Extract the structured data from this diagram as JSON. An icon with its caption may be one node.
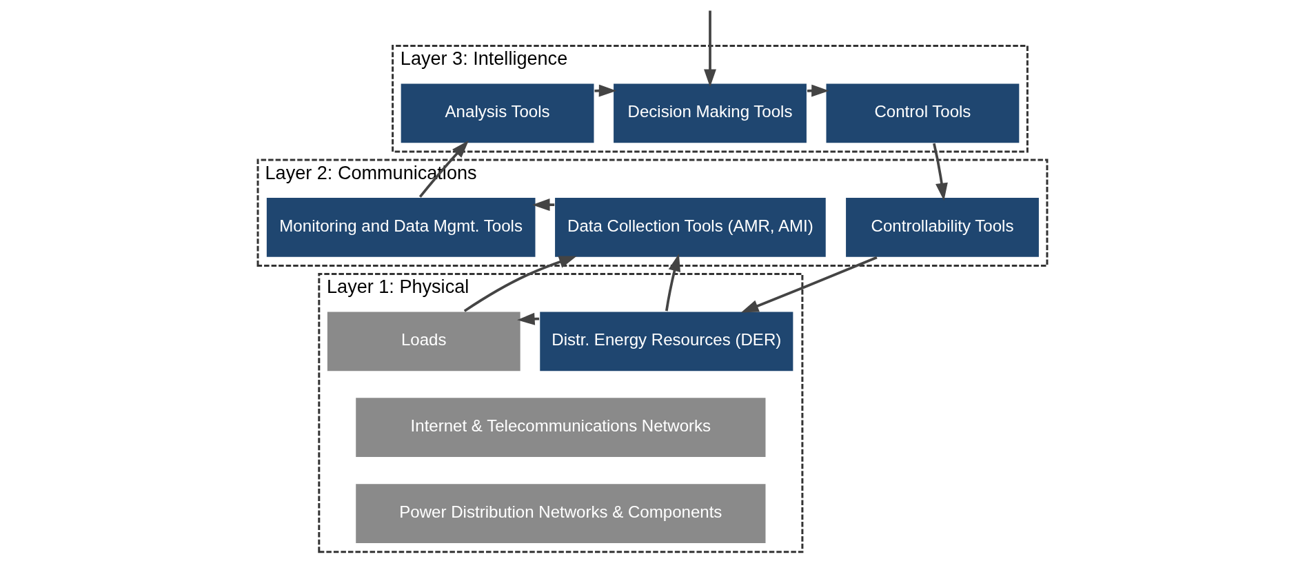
{
  "diagram": {
    "nodes": [
      {
        "text": [
          "Layer 3: Intelligence"
        ]
      },
      {
        "text": [
          "Analysis Tools"
        ],
        "in": 0
      },
      {
        "text": [
          "Decision Making Tools"
        ],
        "in": 0
      },
      {
        "text": [
          "Control Tools"
        ],
        "in": 0
      },
      {
        "text": [
          "Layer 2: Communications"
        ]
      },
      {
        "text": [
          "Monitoring and Data Mgmt. Tools"
        ],
        "in": 4
      },
      {
        "text": [
          "Data Collection Tools (AMR, AMI)"
        ],
        "in": 4
      },
      {
        "text": [
          "Controllability Tools"
        ],
        "in": 4
      },
      {
        "text": [
          "Layer 1: Physical"
        ]
      },
      {
        "text": [
          "Loads"
        ],
        "in": 8
      },
      {
        "text": [
          "Distr. Energy Resources (DER)"
        ],
        "in": 8
      },
      {
        "text": [
          "Internet & Telecommunications Networks"
        ],
        "in": 8
      },
      {
        "text": [
          "Power Distribution Networks & Components"
        ],
        "in": 8
      }
    ],
    "edges": [
      {
        "from": null,
        "to": 2,
        "arrow": "to"
      },
      {
        "from": 1,
        "to": 2,
        "arrow": "to"
      },
      {
        "from": 2,
        "to": 3,
        "arrow": "to"
      },
      {
        "from": 3,
        "to": 7,
        "arrow": "to"
      },
      {
        "from": 7,
        "to": 10,
        "arrow": "to"
      },
      {
        "from": 10,
        "to": 9,
        "arrow": "to"
      },
      {
        "from": 9,
        "to": 6,
        "arrow": "to"
      },
      {
        "from": 10,
        "to": 6,
        "arrow": "to"
      },
      {
        "from": 6,
        "to": 5,
        "arrow": "to"
      },
      {
        "from": 5,
        "to": 1,
        "arrow": "to"
      }
    ]
  }
}
